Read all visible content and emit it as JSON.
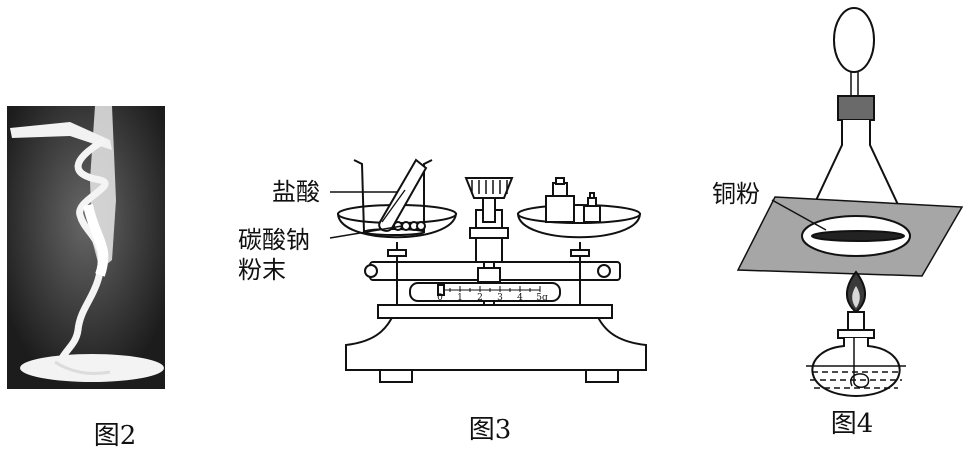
{
  "figures": [
    {
      "id": "fig2",
      "caption": "图2"
    },
    {
      "id": "fig3",
      "caption": "图3",
      "labels": {
        "acid": "盐酸",
        "powder_line1": "碳酸钠",
        "powder_line2": "粉末"
      },
      "scale_ticks": [
        "0",
        "1",
        "2",
        "3",
        "4",
        "5g"
      ]
    },
    {
      "id": "fig4",
      "caption": "图4",
      "labels": {
        "copper": "铜粉"
      }
    }
  ]
}
